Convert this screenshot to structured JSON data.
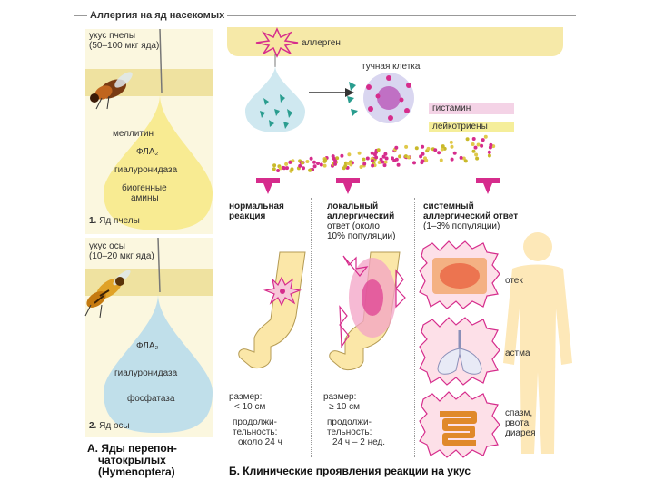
{
  "title": "Аллергия на яд насекомых",
  "bee": {
    "sting_line1": "укус пчелы",
    "sting_line2": "(50–100 мкг яда)",
    "components": [
      "меллитин",
      "ФЛА₂",
      "гиалуронидаза",
      "биогенные",
      "амины"
    ],
    "number": "1.",
    "caption": "Яд пчелы"
  },
  "wasp": {
    "sting_line1": "укус осы",
    "sting_line2": "(10–20 мкг яда)",
    "components": [
      "ФЛА₂",
      "гиалуронидаза",
      "фосфатаза"
    ],
    "number": "2.",
    "caption": "Яд осы"
  },
  "caption_a": [
    "А. Яды перепон-",
    "чатокрылых",
    "(Hymenoptera)"
  ],
  "mechanism": {
    "allergen": "аллерген",
    "mast_cell": "тучная клетка",
    "histamine": "гистамин",
    "leukotrienes": "лейкотриены"
  },
  "reactions": {
    "normal": {
      "heading": [
        "нормальная",
        "реакция"
      ],
      "size": [
        "размер:",
        "< 10 см"
      ],
      "duration": [
        "продолжи-",
        "тельность:",
        "около 24 ч"
      ]
    },
    "local": {
      "heading": [
        "локальный",
        "аллергический",
        "ответ (около",
        "10% популяции)"
      ],
      "size": [
        "размер:",
        "≥ 10 см"
      ],
      "duration": [
        "продолжи-",
        "тельность:",
        "24 ч – 2 нед."
      ]
    },
    "systemic": {
      "heading": [
        "системный",
        "аллергический ответ",
        "(1–3% популяции)"
      ],
      "symptoms": [
        "отек",
        "астма",
        "спазм,",
        "рвота,",
        "диарея"
      ]
    }
  },
  "caption_b": "Б. Клинические проявления реакции на укус",
  "colors": {
    "panel": "#f6f0c4",
    "drop_yellow": "#f7e98a",
    "drop_blue": "#b9dceb",
    "magenta": "#d62c8c",
    "teal": "#2a9d8f",
    "skin": "#fbe7a8"
  }
}
